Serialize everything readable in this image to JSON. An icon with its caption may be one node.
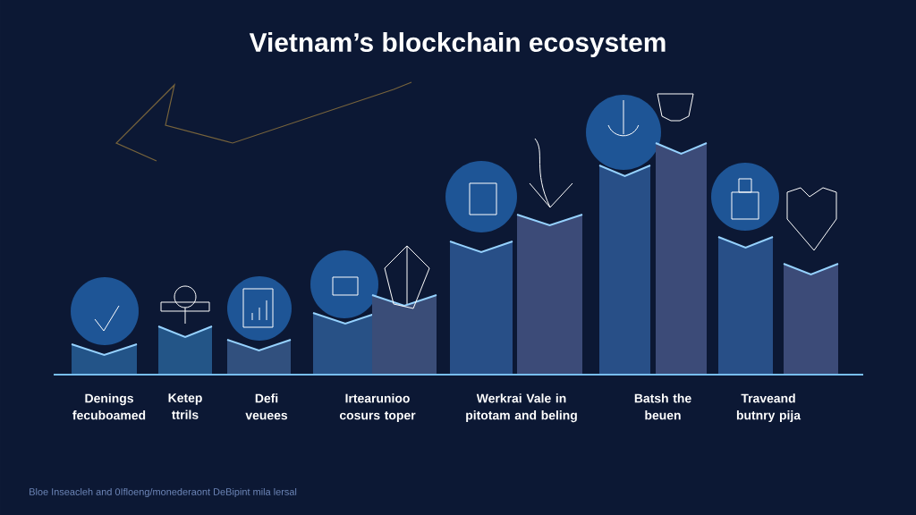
{
  "diagram": {
    "title": "Vietnam’s blockchain ecosystem",
    "labels": [
      "Denings fecuboamed",
      "Ketep ttrils",
      "Defi veuees",
      "Irtearunioo cosurs toper",
      "Werkrai Vale in pitotam and beling",
      "Batsh the beuen",
      "Traveand butnry pija",
      "Bloe Inseacleh and 0Ifloeng/monederaont DeBipint mila lersal"
    ]
  }
}
